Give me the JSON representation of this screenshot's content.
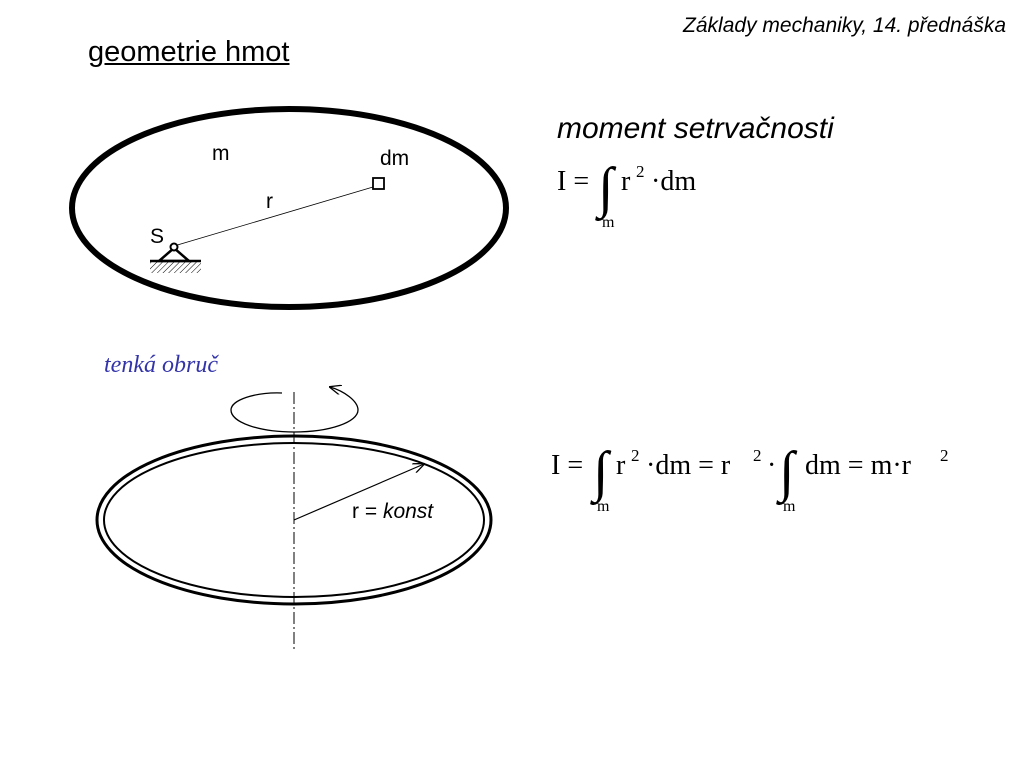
{
  "header": {
    "course": "Základy mechaniky, 14. přednáška"
  },
  "title": "geometrie hmot",
  "subtitle": "moment setrvačnosti",
  "body_diagram": {
    "mass_label": "m",
    "element_label": "dm",
    "radius_label": "r",
    "center_label": "S"
  },
  "formula1": {
    "lhs": "I =",
    "integrand": "r",
    "exp": "2",
    "rest": "·dm",
    "lower_limit": "m"
  },
  "hoop": {
    "title": "tenká obruč",
    "radius_label_prefix": "r =",
    "radius_label_italic": "konst"
  },
  "formula2": {
    "lhs": "I =",
    "part1_base": "r",
    "part1_exp": "2",
    "part1_rest": "·dm = r",
    "part2_exp": "2",
    "part2_dot": "·",
    "part3": "dm = m·r",
    "part3_exp": "2",
    "lower_limit": "m"
  }
}
